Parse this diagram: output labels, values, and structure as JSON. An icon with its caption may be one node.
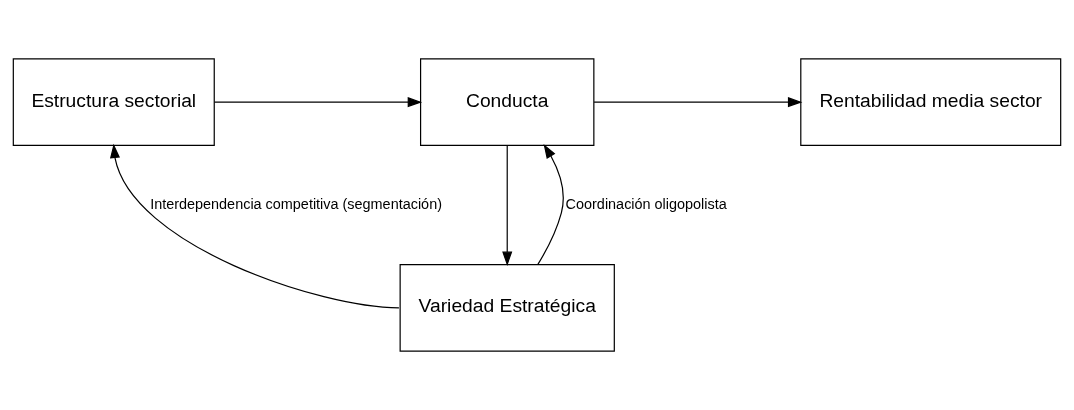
{
  "diagram": {
    "nodes": [
      {
        "text": [
          "Estructura sectorial"
        ]
      },
      {
        "text": [
          "Conducta"
        ]
      },
      {
        "text": [
          "Rentabilidad media sector"
        ]
      },
      {
        "text": [
          "Variedad Estratégica"
        ]
      }
    ],
    "edges": [
      {
        "from": 0,
        "to": 1,
        "arrow": "to"
      },
      {
        "from": 1,
        "to": 2,
        "arrow": "to"
      },
      {
        "from": 1,
        "to": 3,
        "arrow": "to"
      },
      {
        "from": 3,
        "to": 1,
        "arrow": "to",
        "label": "Coordinación oligopolista"
      },
      {
        "from": 3,
        "to": 0,
        "arrow": "to",
        "label": "Interdependencia competitiva (segmentación)"
      }
    ]
  }
}
